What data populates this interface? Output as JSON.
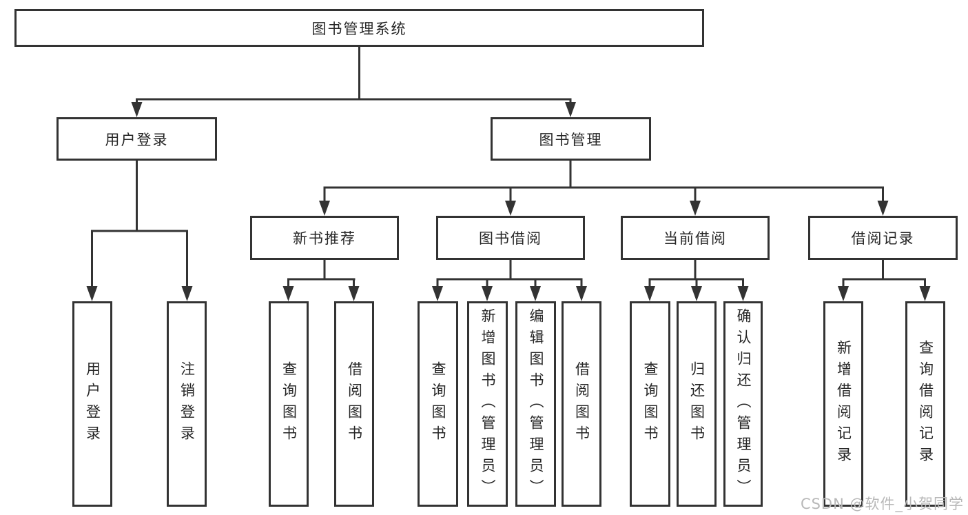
{
  "diagram": {
    "colors": {
      "line": "#333333",
      "box_background": "#ffffff",
      "text": "#262626",
      "watermark": "#b8b8b8"
    },
    "watermark": "CSDN @软件_小贺同学",
    "tree": {
      "label": "图书管理系统",
      "children": [
        {
          "label": "用户登录",
          "children": [
            {
              "label": "用户登录"
            },
            {
              "label": "注销登录"
            }
          ]
        },
        {
          "label": "图书管理",
          "children": [
            {
              "label": "新书推荐",
              "children": [
                {
                  "label": "查询图书"
                },
                {
                  "label": "借阅图书"
                }
              ]
            },
            {
              "label": "图书借阅",
              "children": [
                {
                  "label": "查询图书"
                },
                {
                  "label": "新增图书（管理员）"
                },
                {
                  "label": "编辑图书（管理员）"
                },
                {
                  "label": "借阅图书"
                }
              ]
            },
            {
              "label": "当前借阅",
              "children": [
                {
                  "label": "查询图书"
                },
                {
                  "label": "归还图书"
                },
                {
                  "label": "确认归还（管理员）"
                }
              ]
            },
            {
              "label": "借阅记录",
              "children": [
                {
                  "label": "新增借阅记录"
                },
                {
                  "label": "查询借阅记录"
                }
              ]
            }
          ]
        }
      ]
    }
  }
}
